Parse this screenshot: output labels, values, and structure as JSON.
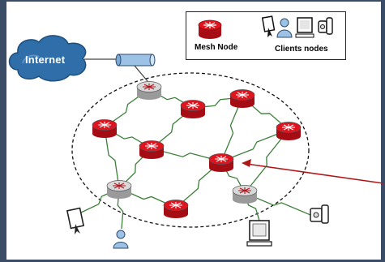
{
  "colors": {
    "page_frame": "#3b4d66",
    "diagram_bg": "#ffffff",
    "mesh_node_red": "#e0141e",
    "router_grey": "#d8d8d8",
    "cloud": "#2f6ea8",
    "arrow": "#b01717",
    "wireless_link": "#3c7f3a"
  },
  "labels": {
    "internet": "Internet",
    "mesh_node": "Mesh Node",
    "client_nodes": "Clients nodes"
  },
  "icons": {
    "cloud": "cloud-icon",
    "gateway": "gateway-cylinder-icon",
    "mesh_router": "mesh-router-icon",
    "pda": "pda-icon",
    "user": "user-icon",
    "monitor": "monitor-icon",
    "camera": "camera-icon"
  }
}
